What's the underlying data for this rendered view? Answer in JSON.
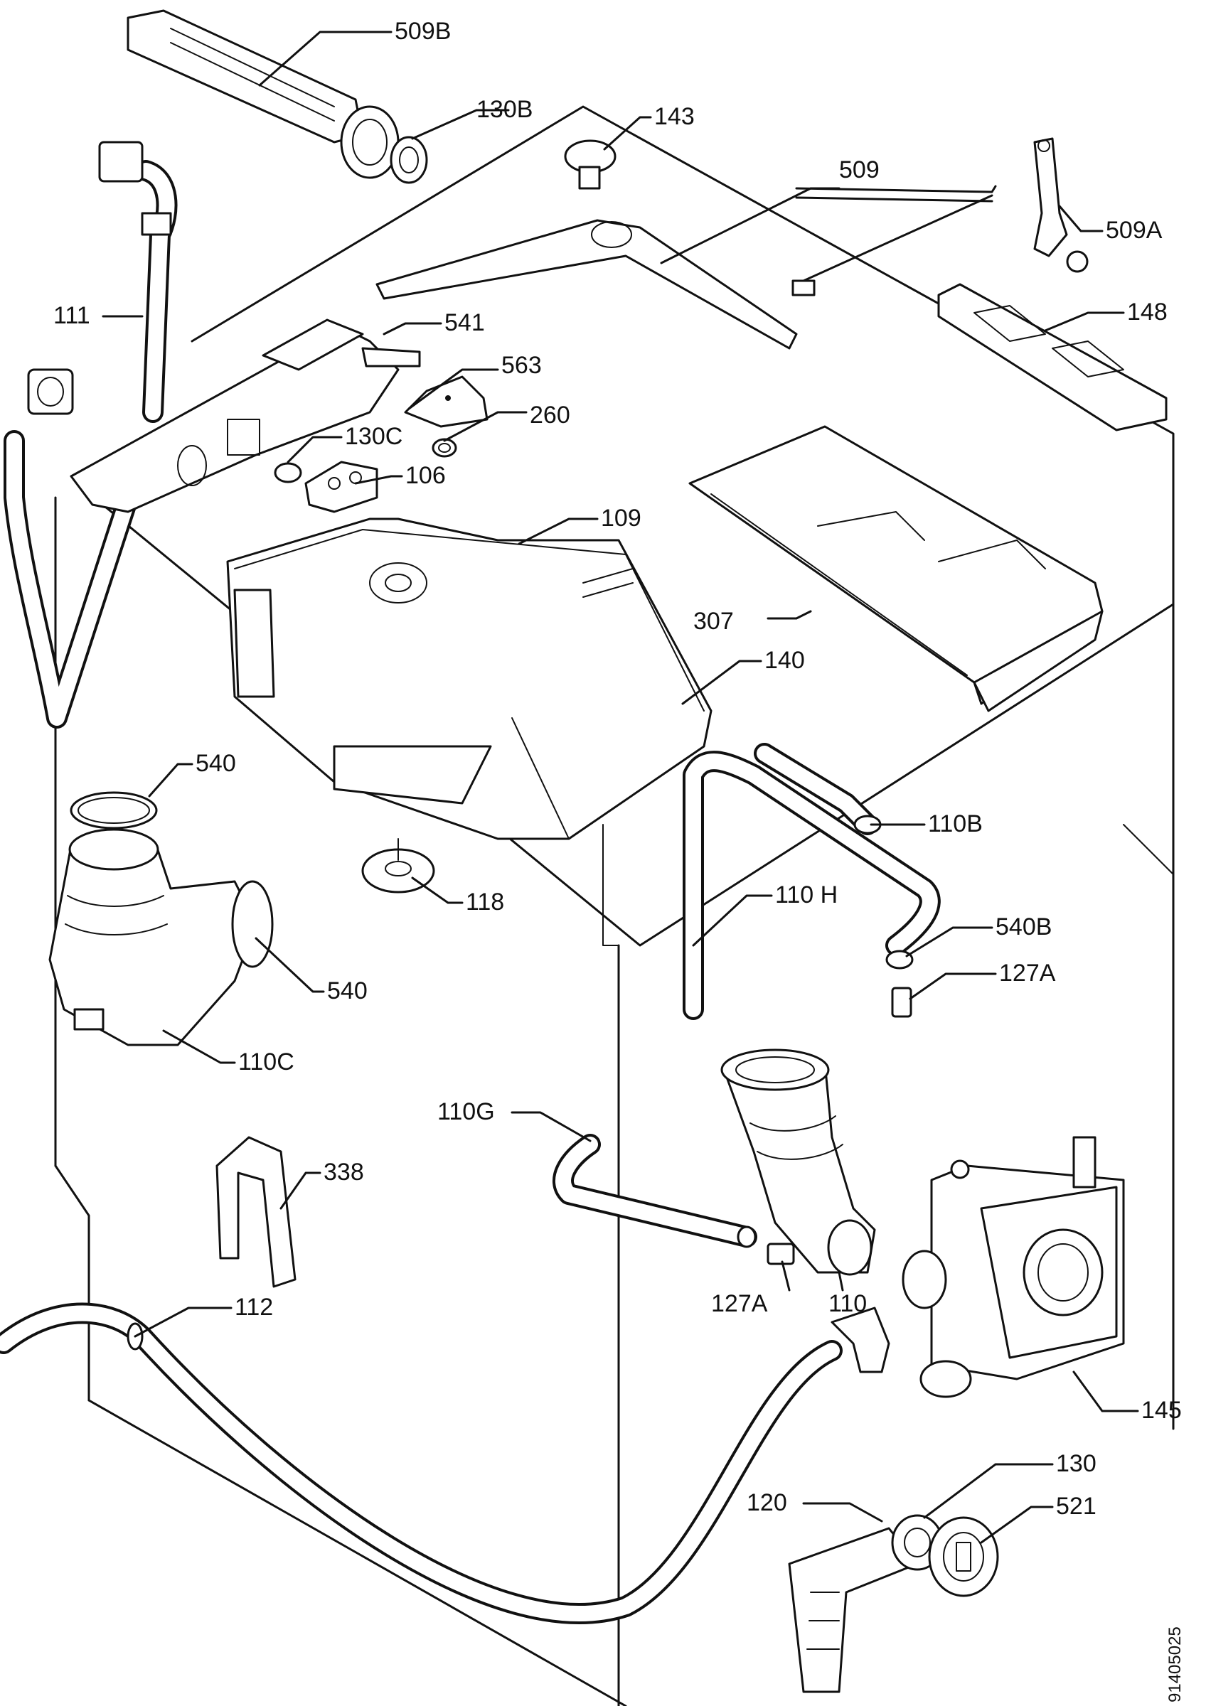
{
  "labels": {
    "l509b": "509B",
    "l130b": "130B",
    "l143": "143",
    "l509": "509",
    "l509a": "509A",
    "l111": "111",
    "l541": "541",
    "l563": "563",
    "l148": "148",
    "l260": "260",
    "l130c": "130C",
    "l106": "106",
    "l109": "109",
    "l307": "307",
    "l140": "140",
    "l540top": "540",
    "l110b": "110B",
    "l118": "118",
    "l110h": "110 H",
    "l540b": "540B",
    "l540mid": "540",
    "l127a_right": "127A",
    "l110c": "110C",
    "l110g": "110G",
    "l338": "338",
    "l127a_left": "127A",
    "l110": "110",
    "l112": "112",
    "l145": "145",
    "l130": "130",
    "l120": "120",
    "l521": "521"
  },
  "document_number": "91405025"
}
